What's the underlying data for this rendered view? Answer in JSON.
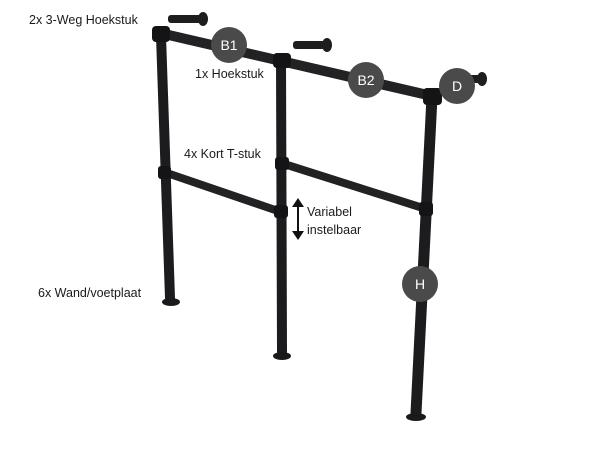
{
  "callouts": {
    "three_way_elbow": "2x 3-Weg Hoekstuk",
    "elbow": "1x Hoekstuk",
    "short_tee": "4x Kort T-stuk",
    "flange": "6x Wand/voetplaat",
    "variable_line1": "Variabel",
    "variable_line2": "instelbaar"
  },
  "badges": {
    "b1": "B1",
    "b2": "B2",
    "d": "D",
    "h": "H"
  },
  "colors": {
    "pipe": "#202022",
    "badge": "#4a4a4a",
    "badge_text": "#ffffff",
    "text": "#1a1a1a"
  }
}
